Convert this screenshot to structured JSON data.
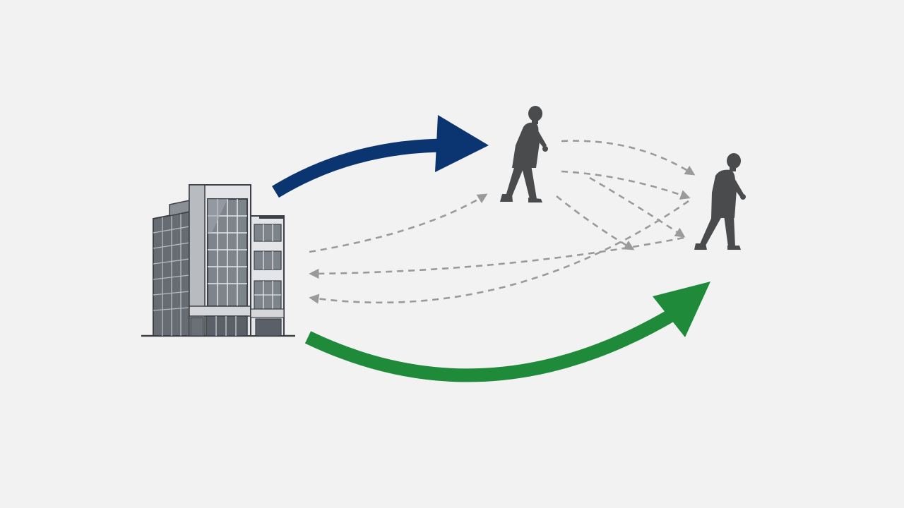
{
  "canvas": {
    "background": "#f2f2f2"
  },
  "colors": {
    "navy_arrow": "#0b3570",
    "green_arrow": "#1e8a3a",
    "dashed_arrow": "#9a9a9a",
    "person": "#4a4b4d",
    "building_dark": "#6b6f76",
    "building_light": "#d9dbde",
    "building_outline": "#3d4046",
    "glass": "#7e848c"
  },
  "nodes": [
    {
      "id": "company",
      "icon": "office-building-icon"
    },
    {
      "id": "person_1",
      "icon": "walking-person-icon"
    },
    {
      "id": "person_2",
      "icon": "walking-person-icon"
    }
  ],
  "edges": [
    {
      "id": "company-to-person-1",
      "from": "company",
      "to": "person_1",
      "style": "solid",
      "color": "navy"
    },
    {
      "id": "company-to-person-2",
      "from": "company",
      "to": "person_2",
      "style": "solid",
      "color": "green"
    },
    {
      "id": "person-1-to-person-2-a",
      "from": "person_1",
      "to": "person_2",
      "style": "dashed"
    },
    {
      "id": "person-1-to-person-2-b",
      "from": "person_1",
      "to": "person_2",
      "style": "dashed"
    },
    {
      "id": "person-1-to-person-2-c",
      "from": "person_1",
      "to": "person_2",
      "style": "dashed"
    },
    {
      "id": "person-1-to-person-2-d",
      "from": "person_1",
      "to": "person_2",
      "style": "dashed"
    },
    {
      "id": "company-to-person-1-dashed",
      "from": "company",
      "to": "person_1",
      "style": "dashed"
    },
    {
      "id": "person-2-to-company-a",
      "from": "person_2",
      "to": "company",
      "style": "dashed"
    },
    {
      "id": "person-2-to-company-b",
      "from": "person_2",
      "to": "company",
      "style": "dashed"
    }
  ]
}
